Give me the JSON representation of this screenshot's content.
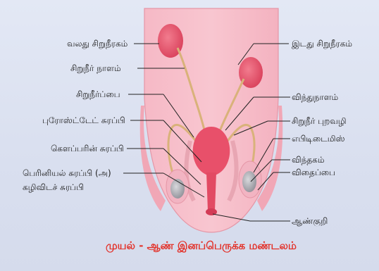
{
  "labels": {
    "right_kidney": "வலது சிறுநீரகம்",
    "left_kidney": "இடது சிறுநீரகம்",
    "ureter": "சிறுநீர் நாளம்",
    "bladder": "சிறுநீர்ப்பை",
    "vas_deferens": "விந்துநாளம்",
    "prostate": "புரோஸ்ட்டேட் சுரப்பி",
    "urethra": "சிறுநீர் புறவழி",
    "epididymis": "எபிடிடைமிஸ்",
    "cowpers": "கௌப்பரின் சுரப்பி",
    "testis": "விந்தகம்",
    "perineal_line1": "பெரினியல் சுரப்பி (அ)",
    "perineal_line2": "கழிவிடச் சுரப்பி",
    "scrotum": "விதைப்பை",
    "penis": "ஆண்குறி"
  },
  "title": "முயல் - ஆண் இனப்பெருக்க மண்டலம்",
  "colors": {
    "background": "#dde3f1",
    "body": "#f3aab8",
    "organ": "#e8506a",
    "duct": "#d9b27a",
    "title": "#e3322a",
    "leader": "#222222"
  }
}
